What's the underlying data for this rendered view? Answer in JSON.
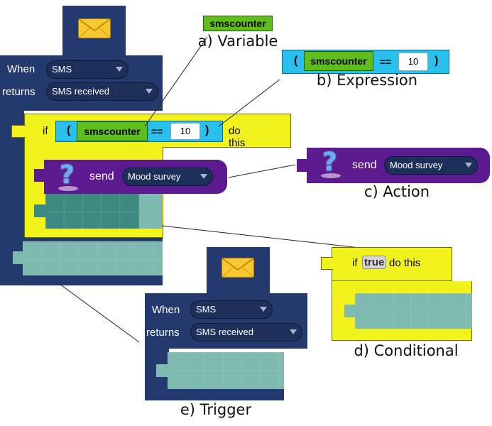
{
  "main_block": {
    "trigger": {
      "when_label": "When",
      "when_value": "SMS",
      "returns_label": "returns",
      "returns_value": "SMS received"
    },
    "conditional": {
      "if_label": "if",
      "expr_open": "(",
      "var_name": "smscounter",
      "operator": "==",
      "number": "10",
      "expr_close": ")",
      "do_label": "do this"
    },
    "action": {
      "send_label": "send",
      "send_value": "Mood survey",
      "icon": "question-mark-icon"
    }
  },
  "callouts": {
    "variable": {
      "name": "smscounter",
      "caption": "a) Variable"
    },
    "expression": {
      "open": "(",
      "var_name": "smscounter",
      "operator": "==",
      "number": "10",
      "close": ")",
      "caption": "b) Expression"
    },
    "action": {
      "send_label": "send",
      "send_value": "Mood survey",
      "caption": "c) Action"
    },
    "conditional": {
      "if_label": "if",
      "value": "true",
      "do_label": "do this",
      "caption": "d) Conditional"
    },
    "trigger": {
      "when_label": "When",
      "when_value": "SMS",
      "returns_label": "returns",
      "returns_value": "SMS received",
      "caption": "e) Trigger"
    }
  },
  "colors": {
    "navy": "#243a6e",
    "yellow": "#f2f21d",
    "purple": "#5b1a8f",
    "teal": "#3f8a80",
    "teal_light": "#7fbab0",
    "expression_blue": "#29c0ee",
    "variable_green": "#5fbe1e",
    "envelope": "#f7c832"
  }
}
